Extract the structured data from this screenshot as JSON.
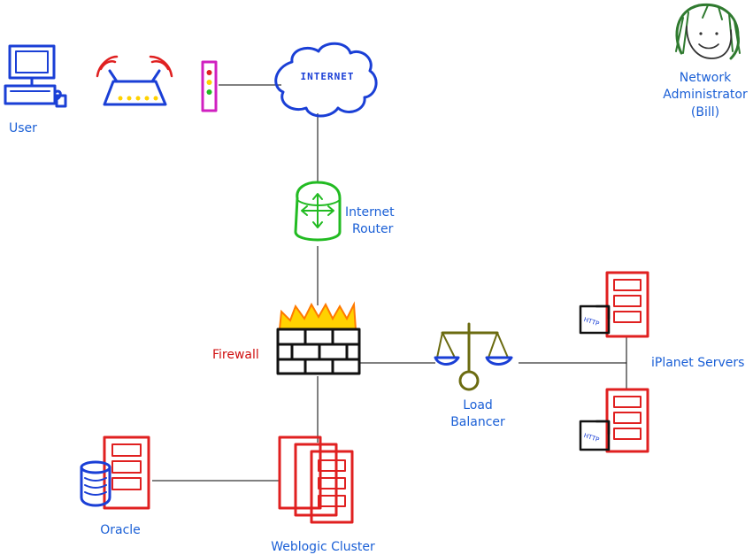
{
  "labels": {
    "user": "User",
    "internet": "INTERNET",
    "admin_line1": "Network",
    "admin_line2": "Administrator",
    "admin_line3": "(Bill)",
    "router_line1": "Internet",
    "router_line2": "Router",
    "firewall": "Firewall",
    "lb_line1": "Load",
    "lb_line2": "Balancer",
    "iplanet": "iPlanet Servers",
    "oracle": "Oracle",
    "weblogic": "Weblogic Cluster",
    "http": "HTTP"
  },
  "colors": {
    "label_blue": "#1a5fd6",
    "label_red": "#d01010",
    "server_red": "#e02020",
    "router_green": "#22bb22",
    "balance_olive": "#6b6b10",
    "admin_green": "#2f7a2f",
    "modem_magenta": "#d020c0",
    "flame_yellow": "#ffd200"
  }
}
